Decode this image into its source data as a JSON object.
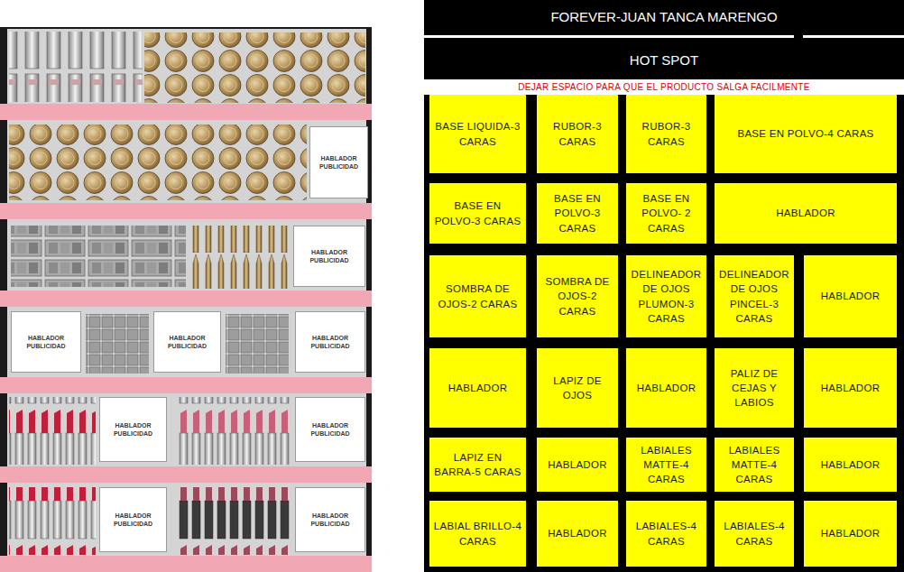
{
  "diagram": {
    "title": "FOREVER-JUAN TANCA MARENGO",
    "nodes": [
      {
        "text": [
          "HOT SPOT"
        ]
      },
      {
        "text": [
          "BASE LIQUIDA-3 CARAS"
        ]
      },
      {
        "text": [
          "RUBOR-3 CARAS"
        ]
      },
      {
        "text": [
          "RUBOR-3 CARAS"
        ]
      },
      {
        "text": [
          "BASE EN POLVO-4 CARAS"
        ]
      },
      {
        "text": [
          "BASE EN POLVO-3 CARAS"
        ]
      },
      {
        "text": [
          "BASE EN POLVO-3 CARAS"
        ]
      },
      {
        "text": [
          "BASE EN POLVO- 2 CARAS"
        ]
      },
      {
        "text": [
          "HABLADOR"
        ]
      },
      {
        "text": [
          "SOMBRA DE OJOS-2 CARAS"
        ]
      },
      {
        "text": [
          "SOMBRA DE OJOS-2 CARAS"
        ]
      },
      {
        "text": [
          "DELINEADOR DE OJOS PLUMON-3 CARAS"
        ]
      },
      {
        "text": [
          "DELINEADOR DE OJOS PINCEL-3 CARAS"
        ]
      },
      {
        "text": [
          "HABLADOR"
        ]
      },
      {
        "text": [
          "HABLADOR"
        ]
      },
      {
        "text": [
          "LAPIZ DE OJOS"
        ]
      },
      {
        "text": [
          "HABLADOR"
        ]
      },
      {
        "text": [
          "PALIZ DE CEJAS Y LABIOS"
        ]
      },
      {
        "text": [
          "HABLADOR"
        ]
      },
      {
        "text": [
          "LAPIZ EN BARRA-5 CARAS"
        ]
      },
      {
        "text": [
          "HABLADOR"
        ]
      },
      {
        "text": [
          "LABIALES MATTE-4 CARAS"
        ]
      },
      {
        "text": [
          "LABIALES MATTE-4 CARAS"
        ]
      },
      {
        "text": [
          "HABLADOR"
        ]
      },
      {
        "text": [
          "LABIAL BRILLO-4 CARAS"
        ]
      },
      {
        "text": [
          "HABLADOR"
        ]
      },
      {
        "text": [
          "LABIALES-4 CARAS"
        ]
      },
      {
        "text": [
          "LABIALES-4 CARAS"
        ]
      },
      {
        "text": [
          "HABLADOR"
        ]
      },
      {
        "text": [
          "HABLADOR PUBLICIDAD"
        ]
      },
      {
        "text": [
          "HABLADOR PUBLICIDAD"
        ]
      },
      {
        "text": [
          "HABLADOR PUBLICIDAD"
        ]
      },
      {
        "text": [
          "HABLADOR PUBLICIDAD"
        ]
      },
      {
        "text": [
          "HABLADOR PUBLICIDAD"
        ]
      },
      {
        "text": [
          "HABLADOR PUBLICIDAD"
        ]
      },
      {
        "text": [
          "HABLADOR PUBLICIDAD"
        ]
      },
      {
        "text": [
          "HABLADOR PUBLICIDAD"
        ]
      },
      {
        "text": [
          "HABLADOR PUBLICIDAD"
        ]
      }
    ],
    "labels": [
      "DEJAR ESPACIO PARA QUE EL PRODUCTO SALGA FACILMENTE"
    ]
  }
}
